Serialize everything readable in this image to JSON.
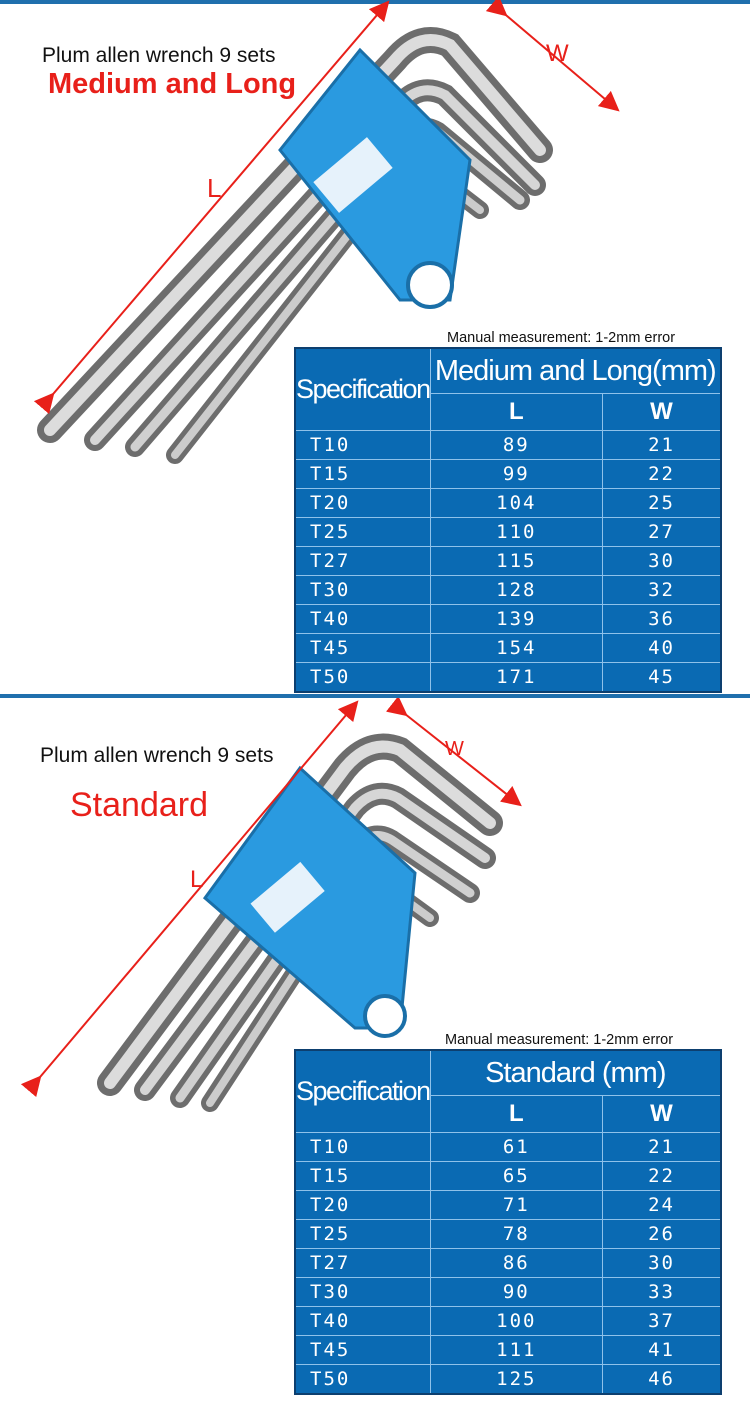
{
  "sections": [
    {
      "subtitle": "Plum allen wrench 9 sets",
      "title": "Medium and Long",
      "dim_l": "L",
      "dim_w": "W",
      "note": "Manual measurement: 1-2mm error",
      "table": {
        "spec_header": "Specification",
        "main_header": "Medium and Long(mm)",
        "col_l": "L",
        "col_w": "W",
        "rows": [
          {
            "code": "T10",
            "l": "89",
            "w": "21"
          },
          {
            "code": "T15",
            "l": "99",
            "w": "22"
          },
          {
            "code": "T20",
            "l": "104",
            "w": "25"
          },
          {
            "code": "T25",
            "l": "110",
            "w": "27"
          },
          {
            "code": "T27",
            "l": "115",
            "w": "30"
          },
          {
            "code": "T30",
            "l": "128",
            "w": "32"
          },
          {
            "code": "T40",
            "l": "139",
            "w": "36"
          },
          {
            "code": "T45",
            "l": "154",
            "w": "40"
          },
          {
            "code": "T50",
            "l": "171",
            "w": "45"
          }
        ]
      }
    },
    {
      "subtitle": "Plum allen wrench 9 sets",
      "title": "Standard",
      "dim_l": "L",
      "dim_w": "W",
      "note": "Manual measurement: 1-2mm error",
      "table": {
        "spec_header": "Specification",
        "main_header": "Standard (mm)",
        "col_l": "L",
        "col_w": "W",
        "rows": [
          {
            "code": "T10",
            "l": "61",
            "w": "21"
          },
          {
            "code": "T15",
            "l": "65",
            "w": "22"
          },
          {
            "code": "T20",
            "l": "71",
            "w": "24"
          },
          {
            "code": "T25",
            "l": "78",
            "w": "26"
          },
          {
            "code": "T27",
            "l": "86",
            "w": "30"
          },
          {
            "code": "T30",
            "l": "90",
            "w": "33"
          },
          {
            "code": "T40",
            "l": "100",
            "w": "37"
          },
          {
            "code": "T45",
            "l": "111",
            "w": "41"
          },
          {
            "code": "T50",
            "l": "125",
            "w": "46"
          }
        ]
      }
    }
  ],
  "colors": {
    "table_bg": "#0a6ab3",
    "divider": "#1f6fad",
    "arrow": "#e8201a",
    "holder": "#2a9ae0"
  }
}
